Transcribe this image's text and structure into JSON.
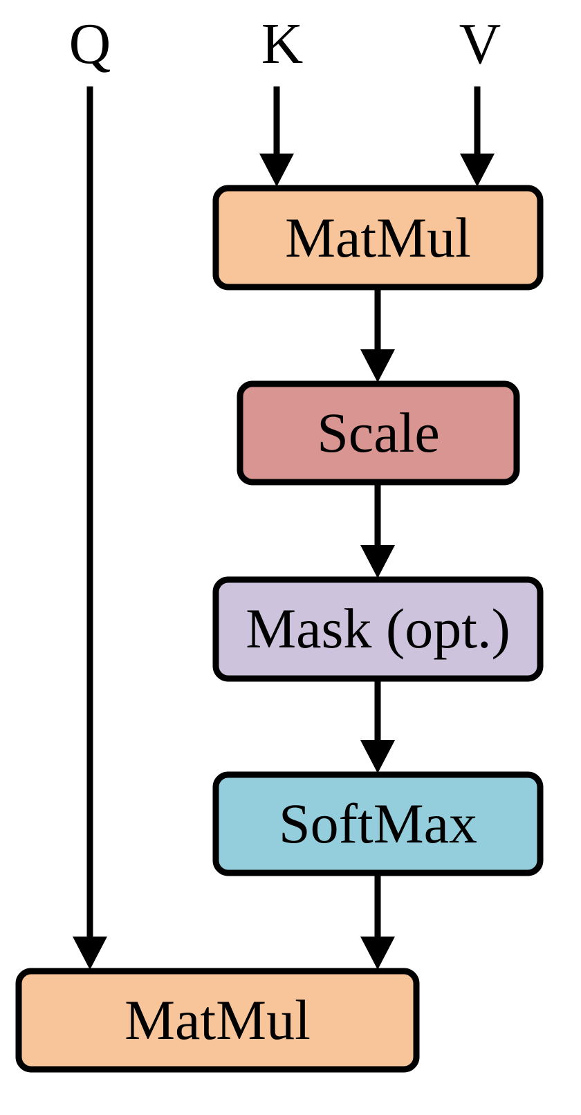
{
  "inputs": {
    "q": "Q",
    "k": "K",
    "v": "V"
  },
  "boxes": {
    "matmul_top": {
      "label": "MatMul",
      "color": "#F8C49A"
    },
    "scale": {
      "label": "Scale",
      "color": "#D99591"
    },
    "mask": {
      "label": "Mask (opt.)",
      "color": "#CEC3DC"
    },
    "softmax": {
      "label": "SoftMax",
      "color": "#94CEDD"
    },
    "matmul_bottom": {
      "label": "MatMul",
      "color": "#F8C49A"
    }
  },
  "stroke_color": "#000000"
}
